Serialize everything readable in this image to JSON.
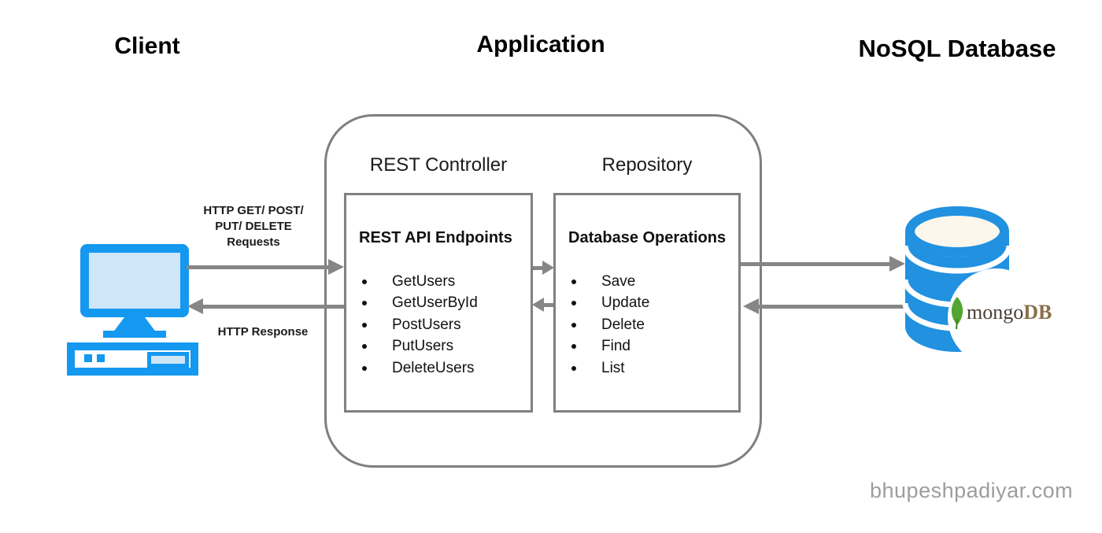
{
  "headers": {
    "client": "Client",
    "application": "Application",
    "database": "NoSQL Database"
  },
  "application": {
    "controller": {
      "label": "REST Controller",
      "title": "REST API Endpoints",
      "items": [
        "GetUsers",
        "GetUserById",
        "PostUsers",
        "PutUsers",
        "DeleteUsers"
      ]
    },
    "repository": {
      "label": "Repository",
      "title": "Database Operations",
      "items": [
        "Save",
        "Update",
        "Delete",
        "Find",
        "List"
      ]
    }
  },
  "flows": {
    "request_label_lines": [
      "HTTP GET/ POST/",
      "PUT/ DELETE",
      "Requests"
    ],
    "response_label": "HTTP Response"
  },
  "db_icon": {
    "logo_mongo": "mongo",
    "logo_db": "DB",
    "cylinder_color": "#2191E0",
    "leaf_color": "#52A62F",
    "logo_mongo_color": "#493F38",
    "logo_db_color": "#8A6E49"
  },
  "client_icon": {
    "frame_color": "#1598F0",
    "screen_color": "#CFE5F8"
  },
  "watermark": "bhupeshpadiyar.com",
  "colors": {
    "arrow": "#868686",
    "box_border": "#7f7f7f",
    "text": "#1a1a1a",
    "watermark": "#9d9d9d"
  }
}
